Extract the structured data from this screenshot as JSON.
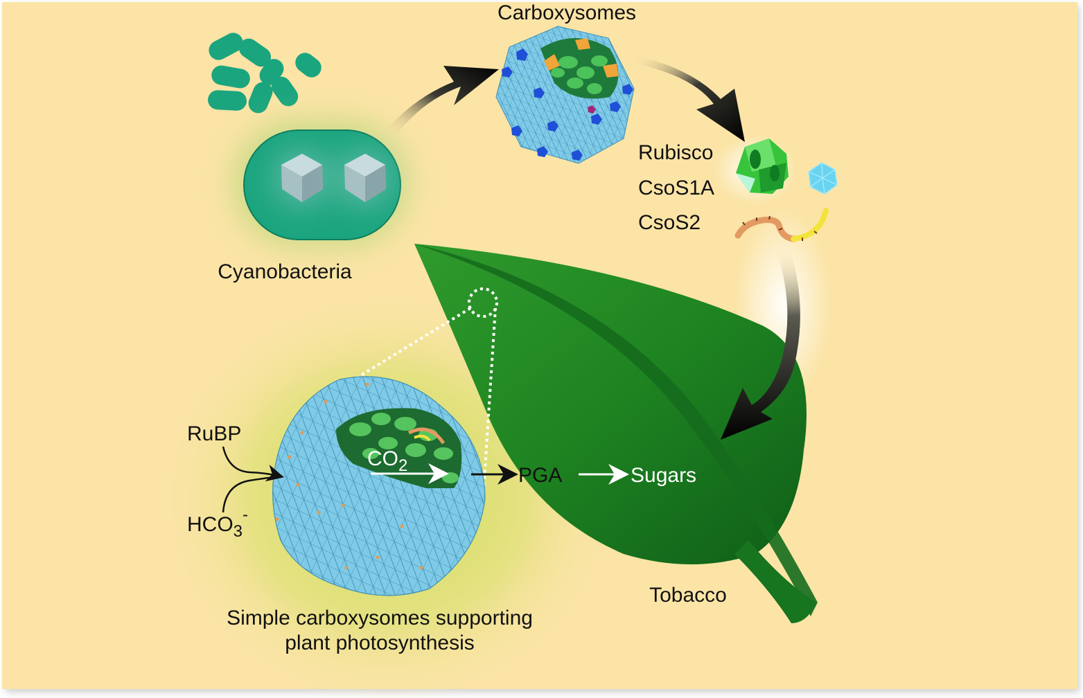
{
  "labels": {
    "carboxysomes": "Carboxysomes",
    "cyanobacteria": "Cyanobacteria",
    "rubisco": "Rubisco",
    "csos1a": "CsoS1A",
    "csos2": "CsoS2",
    "tobacco": "Tobacco",
    "caption_line1": "Simple carboxysomes supporting",
    "caption_line2": "plant photosynthesis",
    "rubp": "RuBP",
    "hco3_base": "HCO",
    "hco3_sub": "3",
    "hco3_sup": "-",
    "co2_base": "CO",
    "co2_sub": "2",
    "pga": "PGA",
    "sugars": "Sugars"
  },
  "colors": {
    "background": "#fbe4a6",
    "cyanobacteria": "#1ba57f",
    "shell": "#7cc9e6",
    "shell_pentamer": "#1f4fd6",
    "leaf": "#1f8a22",
    "rubisco": "#37c43b",
    "csos2_orange": "#e39a62",
    "csos2_yellow": "#f3e33a"
  }
}
